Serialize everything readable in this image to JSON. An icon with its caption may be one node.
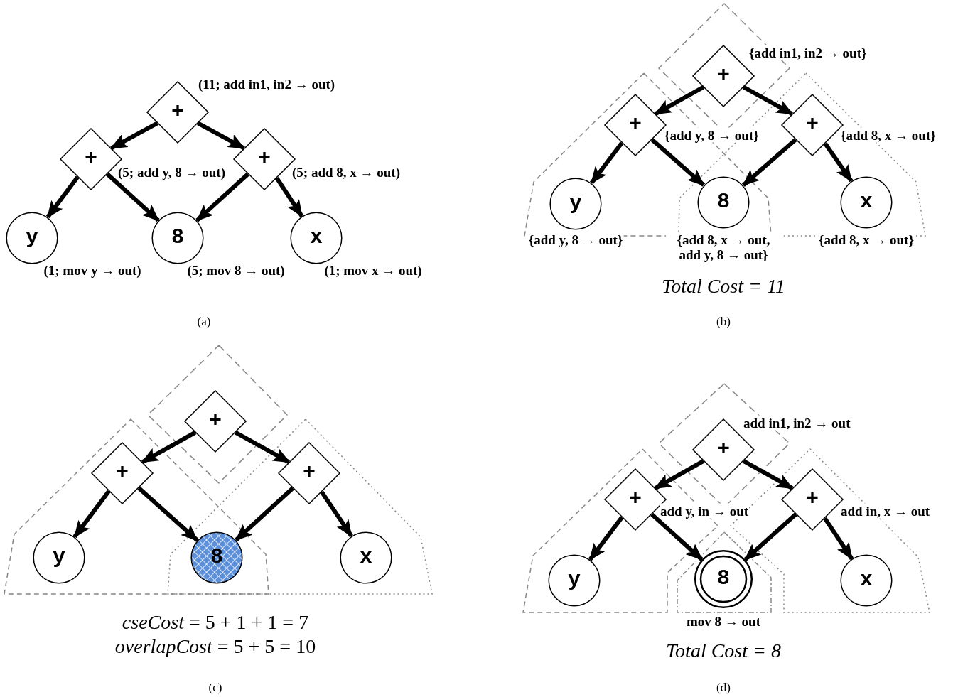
{
  "diagram": {
    "nodes": [
      {
        "text": [
          "+"
        ],
        "beside": [
          "(11; add in1, in2 → out)"
        ]
      },
      {
        "text": [
          "+"
        ],
        "beside": [
          "(5; add y, 8 → out)"
        ]
      },
      {
        "text": [
          "+"
        ],
        "beside": [
          "(5; add 8, x → out)"
        ]
      },
      {
        "text": [
          "y"
        ],
        "beside": [
          "(1; mov y → out)"
        ]
      },
      {
        "text": [
          "8"
        ],
        "beside": [
          "(5; mov 8 → out)"
        ]
      },
      {
        "text": [
          "x"
        ],
        "beside": [
          "(1; mov x → out)"
        ]
      },
      {
        "text": [
          "+"
        ],
        "beside": [
          "{add in1, in2 → out}"
        ]
      },
      {
        "text": [
          "+"
        ],
        "beside": [
          "{add y, 8 → out}"
        ]
      },
      {
        "text": [
          "+"
        ],
        "beside": [
          "{add 8, x → out}"
        ]
      },
      {
        "text": [
          "y"
        ],
        "beside": [
          "{add y, 8 → out}"
        ]
      },
      {
        "text": [
          "8"
        ],
        "beside": [
          "{add 8, x → out, add y, 8 → out}"
        ]
      },
      {
        "text": [
          "x"
        ],
        "beside": [
          "{add 8, x → out}"
        ]
      },
      {
        "text": [
          "+"
        ]
      },
      {
        "text": [
          "+"
        ]
      },
      {
        "text": [
          "+"
        ]
      },
      {
        "text": [
          "y"
        ]
      },
      {
        "text": [
          "8"
        ]
      },
      {
        "text": [
          "x"
        ]
      },
      {
        "text": [
          "+"
        ],
        "beside": [
          "add in1, in2 → out"
        ]
      },
      {
        "text": [
          "+"
        ],
        "beside": [
          "add y, in → out"
        ]
      },
      {
        "text": [
          "+"
        ],
        "beside": [
          "add in, x → out"
        ]
      },
      {
        "text": [
          "y"
        ]
      },
      {
        "text": [
          "8"
        ],
        "beside": [
          "mov 8 → out"
        ]
      },
      {
        "text": [
          "x"
        ]
      }
    ],
    "edges": [
      {
        "from": 0,
        "to": 1,
        "arrow": "to"
      },
      {
        "from": 0,
        "to": 2,
        "arrow": "to"
      },
      {
        "from": 1,
        "to": 3,
        "arrow": "to"
      },
      {
        "from": 1,
        "to": 4,
        "arrow": "to"
      },
      {
        "from": 2,
        "to": 4,
        "arrow": "to"
      },
      {
        "from": 2,
        "to": 5,
        "arrow": "to"
      },
      {
        "from": 6,
        "to": 7,
        "arrow": "to"
      },
      {
        "from": 6,
        "to": 8,
        "arrow": "to"
      },
      {
        "from": 7,
        "to": 9,
        "arrow": "to"
      },
      {
        "from": 7,
        "to": 10,
        "arrow": "to"
      },
      {
        "from": 8,
        "to": 10,
        "arrow": "to"
      },
      {
        "from": 8,
        "to": 11,
        "arrow": "to"
      },
      {
        "from": 12,
        "to": 13,
        "arrow": "to"
      },
      {
        "from": 12,
        "to": 14,
        "arrow": "to"
      },
      {
        "from": 13,
        "to": 15,
        "arrow": "to"
      },
      {
        "from": 13,
        "to": 16,
        "arrow": "to"
      },
      {
        "from": 14,
        "to": 16,
        "arrow": "to"
      },
      {
        "from": 14,
        "to": 17,
        "arrow": "to"
      },
      {
        "from": 18,
        "to": 19,
        "arrow": "to"
      },
      {
        "from": 18,
        "to": 20,
        "arrow": "to"
      },
      {
        "from": 19,
        "to": 21,
        "arrow": "to"
      },
      {
        "from": 19,
        "to": 22,
        "arrow": "to"
      },
      {
        "from": 20,
        "to": 22,
        "arrow": "to"
      },
      {
        "from": 20,
        "to": 23,
        "arrow": "to"
      }
    ],
    "labels": [
      "Total Cost = 11",
      "(a)",
      "(b)",
      "*cseCost* = 5 + 1 + 1 = 7",
      "*overlapCost* = 5 + 5 = 10",
      "Total Cost = 8",
      "(c)",
      "(d)"
    ]
  }
}
